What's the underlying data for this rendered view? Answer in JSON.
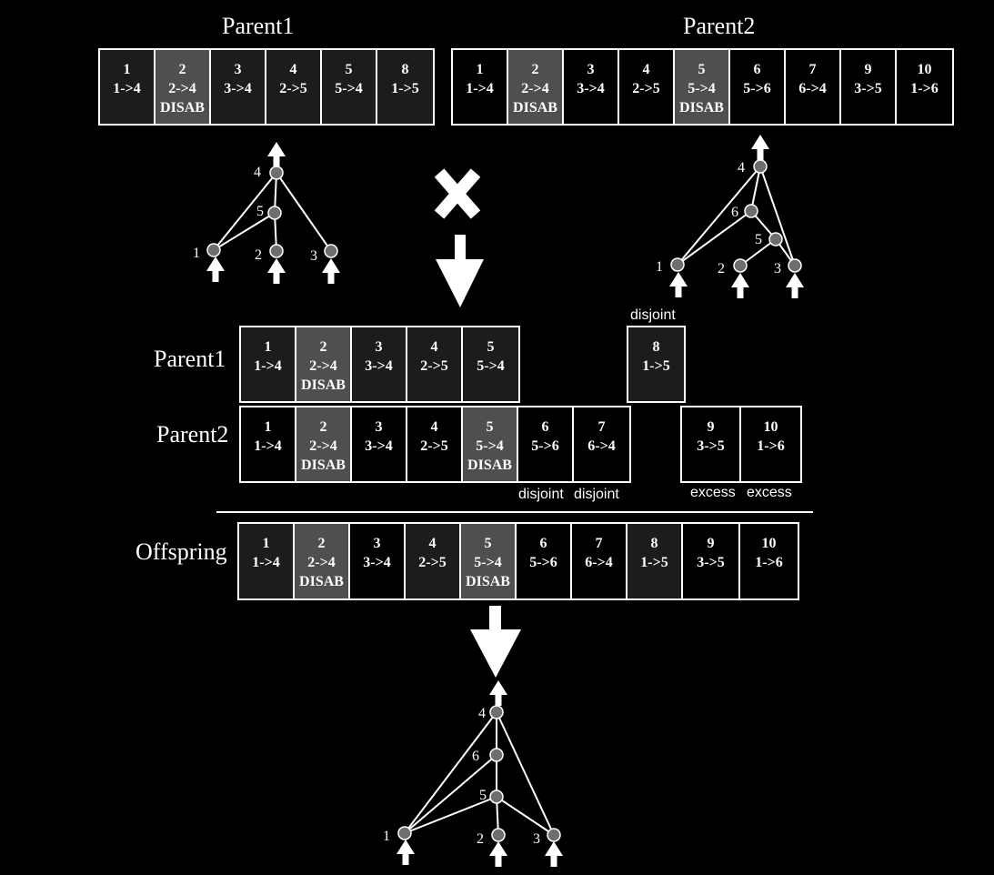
{
  "labels": {
    "parent1_top": "Parent1",
    "parent2_top": "Parent2",
    "parent1_aligned": "Parent1",
    "parent2_aligned": "Parent2",
    "offspring": "Offspring"
  },
  "tags": {
    "disjoint_p1": "disjoint",
    "disjoint_p2a": "disjoint",
    "disjoint_p2b": "disjoint",
    "excess_a": "excess",
    "excess_b": "excess"
  },
  "disab_text": "DISAB",
  "parent1_genes": [
    {
      "innov": "1",
      "conn": "1->4",
      "disabled": false
    },
    {
      "innov": "2",
      "conn": "2->4",
      "disabled": true
    },
    {
      "innov": "3",
      "conn": "3->4",
      "disabled": false
    },
    {
      "innov": "4",
      "conn": "2->5",
      "disabled": false
    },
    {
      "innov": "5",
      "conn": "5->4",
      "disabled": false
    },
    {
      "innov": "8",
      "conn": "1->5",
      "disabled": false
    }
  ],
  "parent2_genes": [
    {
      "innov": "1",
      "conn": "1->4",
      "disabled": false
    },
    {
      "innov": "2",
      "conn": "2->4",
      "disabled": true
    },
    {
      "innov": "3",
      "conn": "3->4",
      "disabled": false
    },
    {
      "innov": "4",
      "conn": "2->5",
      "disabled": false
    },
    {
      "innov": "5",
      "conn": "5->4",
      "disabled": true
    },
    {
      "innov": "6",
      "conn": "5->6",
      "disabled": false
    },
    {
      "innov": "7",
      "conn": "6->4",
      "disabled": false
    },
    {
      "innov": "9",
      "conn": "3->5",
      "disabled": false
    },
    {
      "innov": "10",
      "conn": "1->6",
      "disabled": false
    }
  ],
  "offspring_genes": [
    {
      "innov": "1",
      "conn": "1->4",
      "disabled": false
    },
    {
      "innov": "2",
      "conn": "2->4",
      "disabled": true
    },
    {
      "innov": "3",
      "conn": "3->4",
      "disabled": false
    },
    {
      "innov": "4",
      "conn": "2->5",
      "disabled": false
    },
    {
      "innov": "5",
      "conn": "5->4",
      "disabled": true
    },
    {
      "innov": "6",
      "conn": "5->6",
      "disabled": false
    },
    {
      "innov": "7",
      "conn": "6->4",
      "disabled": false
    },
    {
      "innov": "8",
      "conn": "1->5",
      "disabled": false
    },
    {
      "innov": "9",
      "conn": "3->5",
      "disabled": false
    },
    {
      "innov": "10",
      "conn": "1->6",
      "disabled": false
    }
  ],
  "networks": {
    "parent1": {
      "nodes": [
        "4",
        "5",
        "1",
        "2",
        "3"
      ]
    },
    "parent2": {
      "nodes": [
        "4",
        "6",
        "5",
        "1",
        "2",
        "3"
      ]
    },
    "offspring": {
      "nodes": [
        "4",
        "6",
        "5",
        "1",
        "2",
        "3"
      ]
    }
  },
  "colors": {
    "background": "#000000",
    "gene_dark": "#1c1c1c",
    "gene_disabled": "#4f4f4f",
    "line": "#ffffff",
    "node": "#6e6e6e"
  }
}
